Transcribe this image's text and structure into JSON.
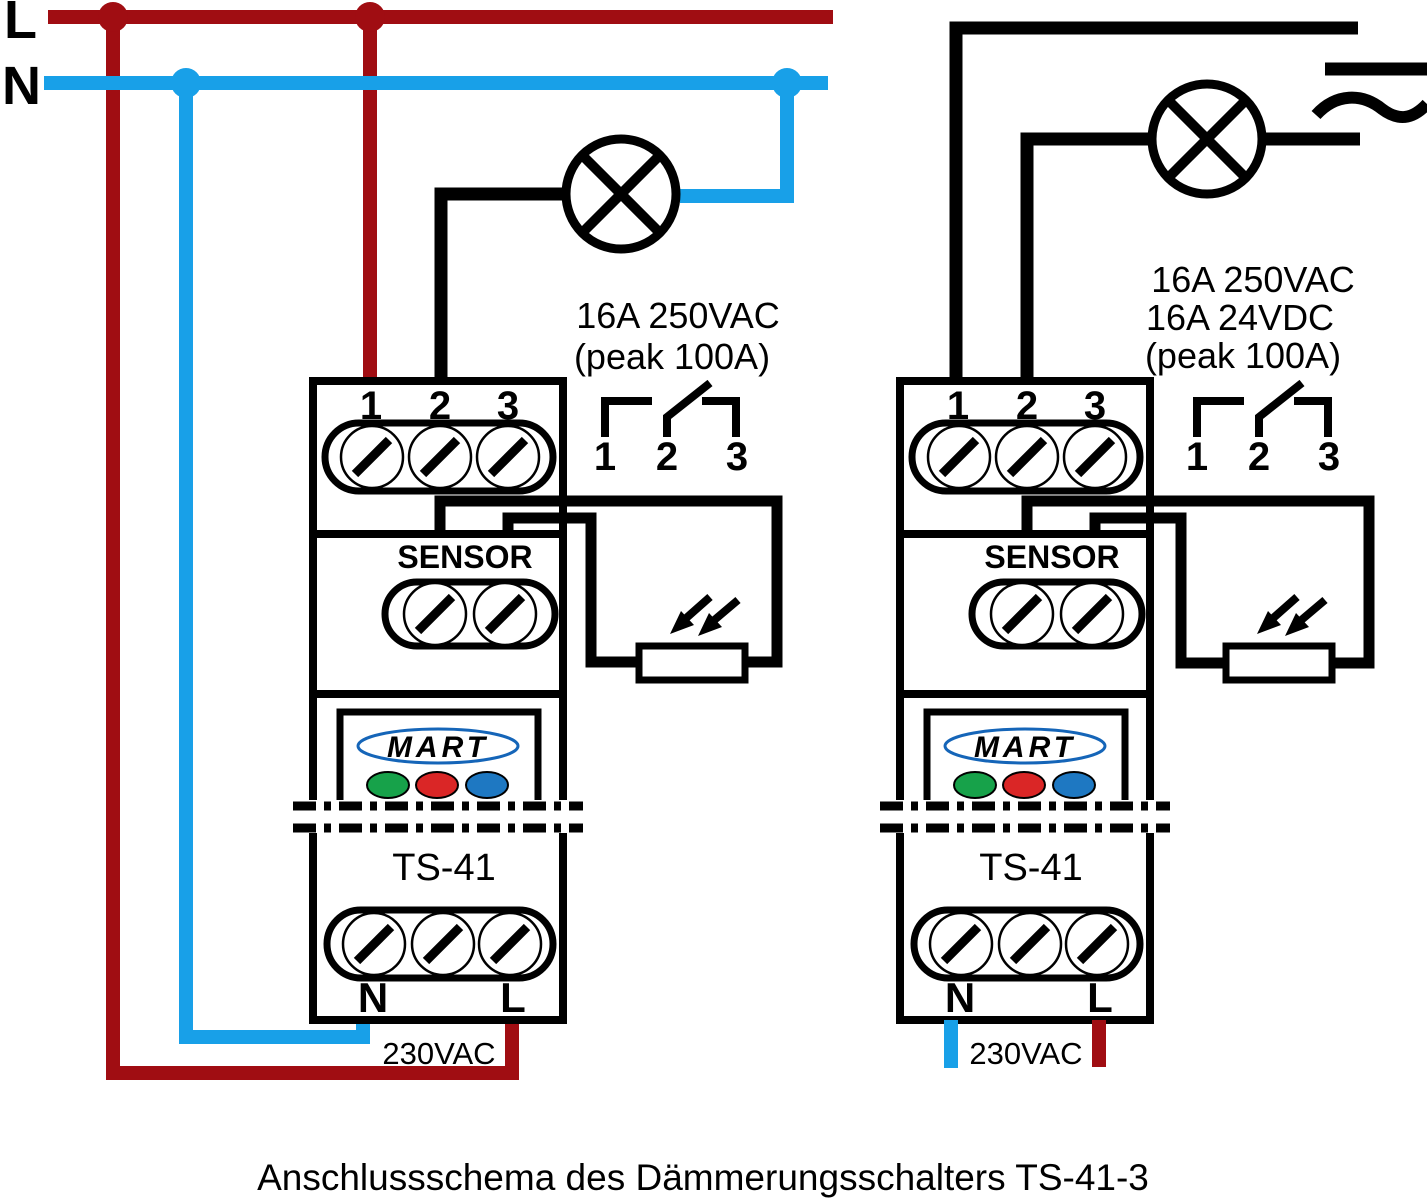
{
  "bus": {
    "line_label": "L",
    "neutral_label": "N"
  },
  "colors": {
    "line_red": "#a00d12",
    "neutral_blue": "#18a0e8",
    "wire_black": "#000000",
    "led_green": "#17a24a",
    "led_red": "#da2626",
    "led_blue": "#1e78c2",
    "logo_blue": "#1565b8"
  },
  "left_unit": {
    "top_terminals": [
      "1",
      "2",
      "3"
    ],
    "sensor_label": "SENSOR",
    "brand": "MART",
    "model": "TS-41",
    "bottom_terminals": {
      "neutral": "N",
      "line": "L"
    },
    "supply": "230VAC",
    "relay": {
      "ratings": [
        "16A 250VAC",
        "(peak 100A)"
      ],
      "terminals": [
        "1",
        "2",
        "3"
      ]
    }
  },
  "right_unit": {
    "top_terminals": [
      "1",
      "2",
      "3"
    ],
    "sensor_label": "SENSOR",
    "brand": "MART",
    "model": "TS-41",
    "bottom_terminals": {
      "neutral": "N",
      "line": "L"
    },
    "supply": "230VAC",
    "relay": {
      "ratings": [
        "16A 250VAC",
        "16A 24VDC",
        "(peak 100A)"
      ],
      "terminals": [
        "1",
        "2",
        "3"
      ]
    }
  },
  "caption": "Anschlussschema des Dämmerungsschalters TS-41-3"
}
